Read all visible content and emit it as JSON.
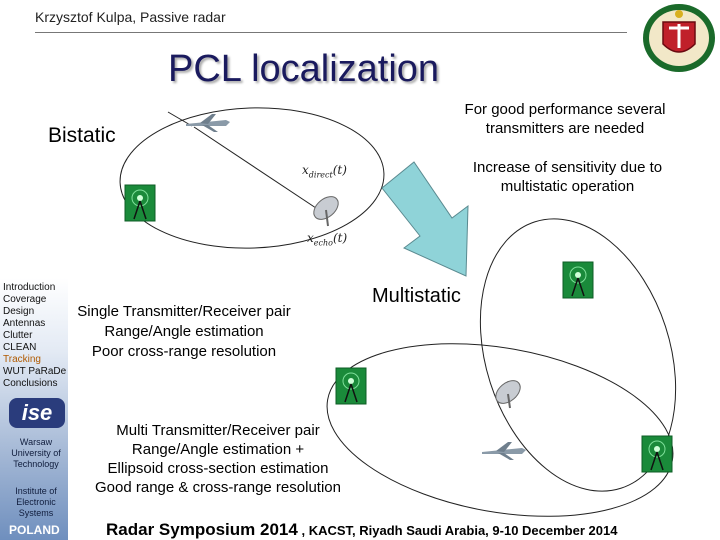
{
  "header": {
    "author": "Krzysztof  Kulpa, Passive radar"
  },
  "title": "PCL localization",
  "diagram": {
    "bistatic_label": "Bistatic",
    "multistatic_label": "Multistatic",
    "direct_signal_label": {
      "main": "x",
      "sub": "direct",
      "arg": "(t)"
    },
    "echo_signal_label": {
      "main": "x",
      "sub": "echo",
      "arg": "(t)"
    },
    "icons": [
      "transmitter-tower-icon",
      "receiver-dish-icon",
      "aircraft-icon",
      "arrow-icon"
    ]
  },
  "notes": {
    "performance": "For good performance several transmitters are needed",
    "sensitivity": "Increase of sensitivity due to multistatic operation"
  },
  "single_block": [
    "Single Transmitter/Receiver pair",
    "Range/Angle estimation",
    "Poor cross-range resolution"
  ],
  "multi_block": [
    "Multi Transmitter/Receiver pair",
    "Range/Angle estimation +",
    "Ellipsoid cross-section estimation",
    "Good range & cross-range resolution"
  ],
  "sidebar": {
    "nav": [
      "Introduction",
      "Coverage",
      "Design",
      "Antennas",
      "Clutter",
      "CLEAN",
      "Tracking",
      "WUT PaRaDe",
      "Conclusions"
    ],
    "active_index": 6,
    "logo_text": "ise",
    "university": [
      "Warsaw",
      "University of",
      "Technology"
    ],
    "institute": [
      "Institute of",
      "Electronic",
      "Systems"
    ],
    "country": "POLAND"
  },
  "footer": {
    "event": "Radar Symposium 2014",
    "separator": ",",
    "location": "KACST, Riyadh  Saudi Arabia,  9-10 December 2014"
  },
  "colors": {
    "title": "#1a1a5e",
    "tower": "#1a8a3a",
    "arrow": "#8fd3d8",
    "sidebar_bottom": "#6f8fbe"
  }
}
